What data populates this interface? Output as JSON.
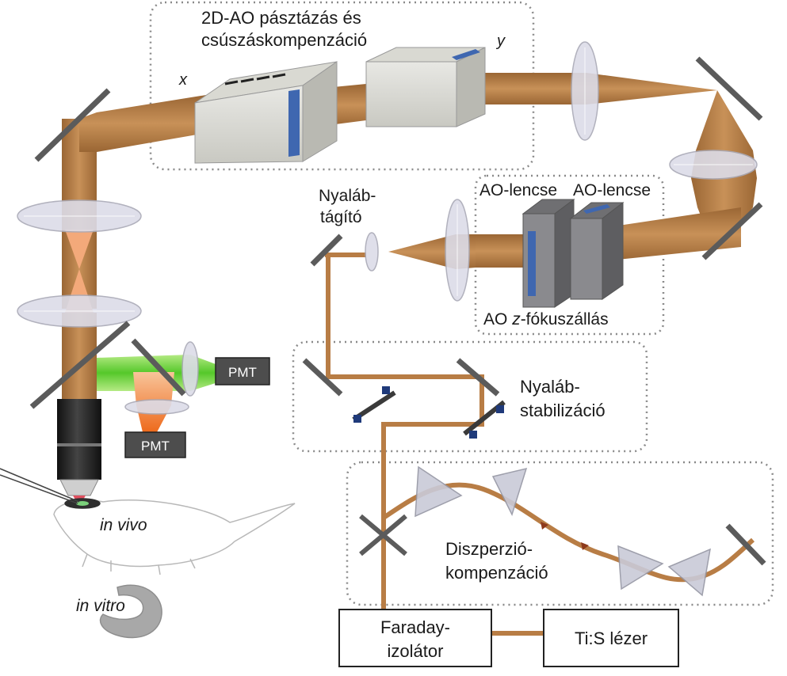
{
  "labels": {
    "scan_title_line1": "2D-AO pásztázás és",
    "scan_title_line2": "csúszáskompenzáció",
    "axis_x": "x",
    "axis_y": "y",
    "expander_line1": "Nyaláb-",
    "expander_line2": "tágító",
    "ao_lens_1": "AO-lencse",
    "ao_lens_2": "AO-lencse",
    "z_focus_prefix": "AO ",
    "z_focus_italic": "z",
    "z_focus_suffix": "-fókuszállás",
    "stabil_line1": "Nyaláb-",
    "stabil_line2": "stabilizáció",
    "disp_line1": "Diszperzió-",
    "disp_line2": "kompenzáció",
    "faraday_line1": "Faraday-",
    "faraday_line2": "izolátor",
    "laser": "Ti:S lézer",
    "pmt_1": "PMT",
    "pmt_2": "PMT",
    "in_vivo": "in vivo",
    "in_vitro": "in vitro"
  },
  "colors": {
    "beam": "#b87d45",
    "beam_dark": "#8e5a2c",
    "green_beam": "#6fd23a",
    "orange_beam": "#f07828",
    "lens": "#d9d9e6",
    "mirror": "#5a5a5a",
    "aod_face": "#3f67b0",
    "dashed_box": "#8a8a8a"
  }
}
